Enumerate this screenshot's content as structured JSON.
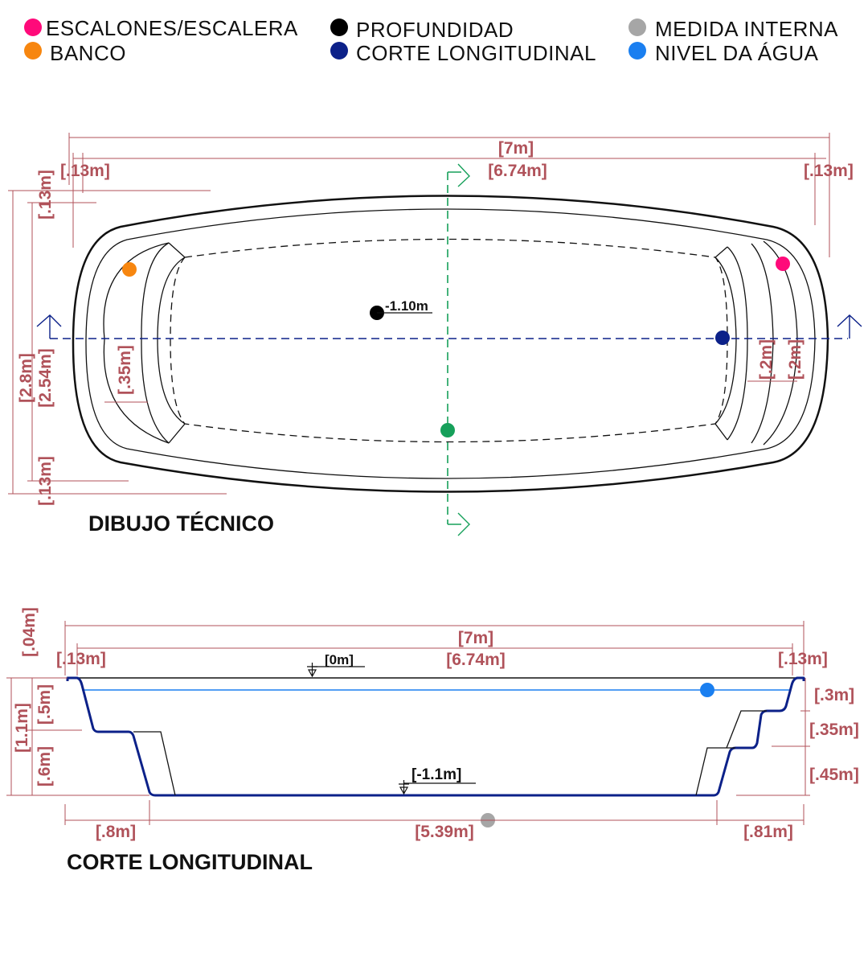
{
  "colors": {
    "steps": "#ff0a7a",
    "bench": "#f7860f",
    "depth": "#000000",
    "long_section": "#0c2189",
    "internal_measure": "#a6a6a6",
    "water_level": "#1a7ff0",
    "cross_section": "#16a05a",
    "dimension": "#b0525a"
  },
  "legend": [
    {
      "label": "ESCALONES/ESCALERA",
      "color_key": "steps"
    },
    {
      "label": "BANCO",
      "color_key": "bench"
    },
    {
      "label": "PROFUNDIDAD",
      "color_key": "depth"
    },
    {
      "label": "CORTE LONGITUDINAL",
      "color_key": "long_section"
    },
    {
      "label": "MEDIDA INTERNA",
      "color_key": "internal_measure"
    },
    {
      "label": "NIVEL DA ÁGUA",
      "color_key": "water_level"
    }
  ],
  "plan": {
    "title": "DIBUJO TÉCNICO",
    "total_length": "[7m]",
    "inner_length": "[6.74m]",
    "rim_left": "[.13m]",
    "rim_right": "[.13m]",
    "rim_top": "[.13m]",
    "rim_bottom": "[.13m]",
    "total_width": "[2.8m]",
    "inner_width": "[2.54m]",
    "bench_width": "[.35m]",
    "step_1": "[.2m]",
    "step_2": "[.2m]",
    "depth_label": "-1.10m"
  },
  "section": {
    "title": "CORTE LONGITUDINAL",
    "total_length": "[7m]",
    "inner_length": "[6.74m]",
    "rim_left": "[.13m]",
    "rim_right": "[.13m]",
    "lip": "[.04m]",
    "level_top": "[0m]",
    "level_bottom": "[-1.1m]",
    "total_depth": "[1.1m]",
    "upper_depth": "[.5m]",
    "lower_depth": "[.6m]",
    "step_h1": "[.3m]",
    "step_h2": "[.35m]",
    "step_h3": "[.45m]",
    "bench_length": "[.8m]",
    "floor_length": "[5.39m]",
    "steps_length": "[.81m]"
  }
}
